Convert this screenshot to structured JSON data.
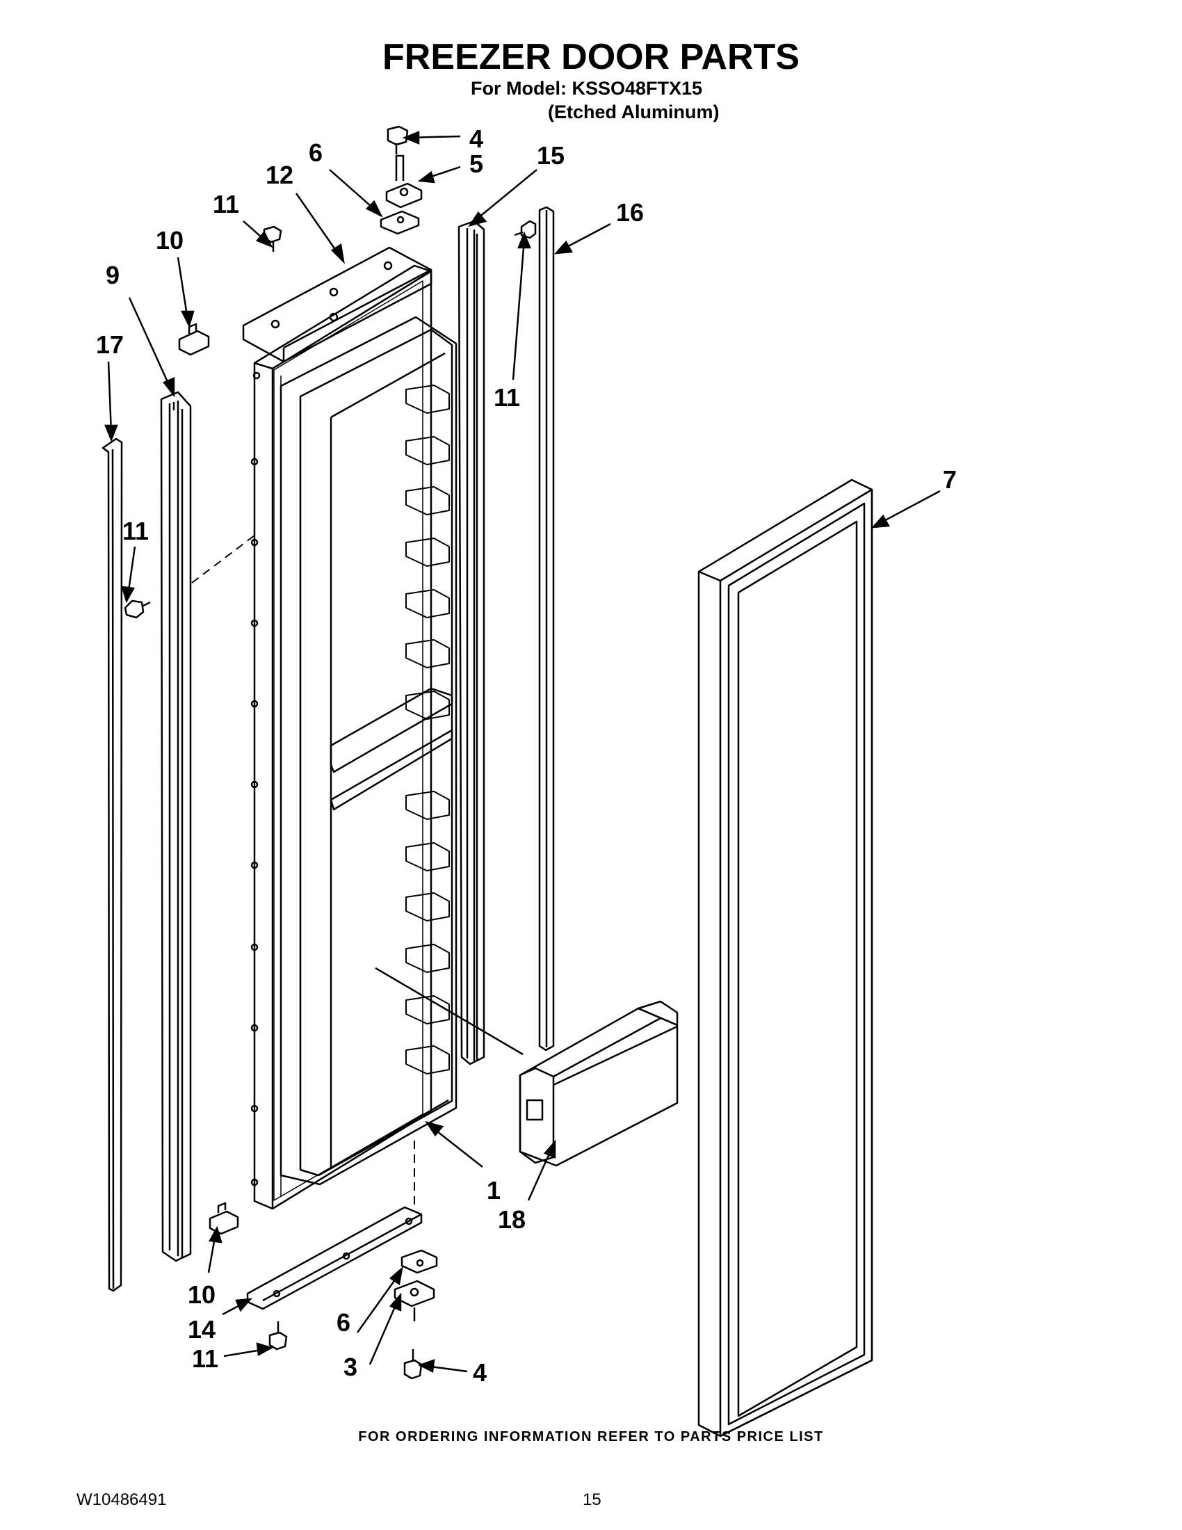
{
  "title": "FREEZER DOOR PARTS",
  "model_line": "For Model: KSSO48FTX15",
  "finish_line": "(Etched Aluminum)",
  "footer_note": "FOR ORDERING INFORMATION REFER TO PARTS PRICE LIST",
  "doc_number": "W10486491",
  "page_number": "15",
  "callouts": {
    "c1": "1",
    "c3": "3",
    "c4a": "4",
    "c4b": "4",
    "c5": "5",
    "c6a": "6",
    "c6b": "6",
    "c7": "7",
    "c9": "9",
    "c10a": "10",
    "c10b": "10",
    "c11a": "11",
    "c11b": "11",
    "c11c": "11",
    "c11d": "11",
    "c12": "12",
    "c14": "14",
    "c15": "15",
    "c16": "16",
    "c17": "17",
    "c18": "18"
  }
}
